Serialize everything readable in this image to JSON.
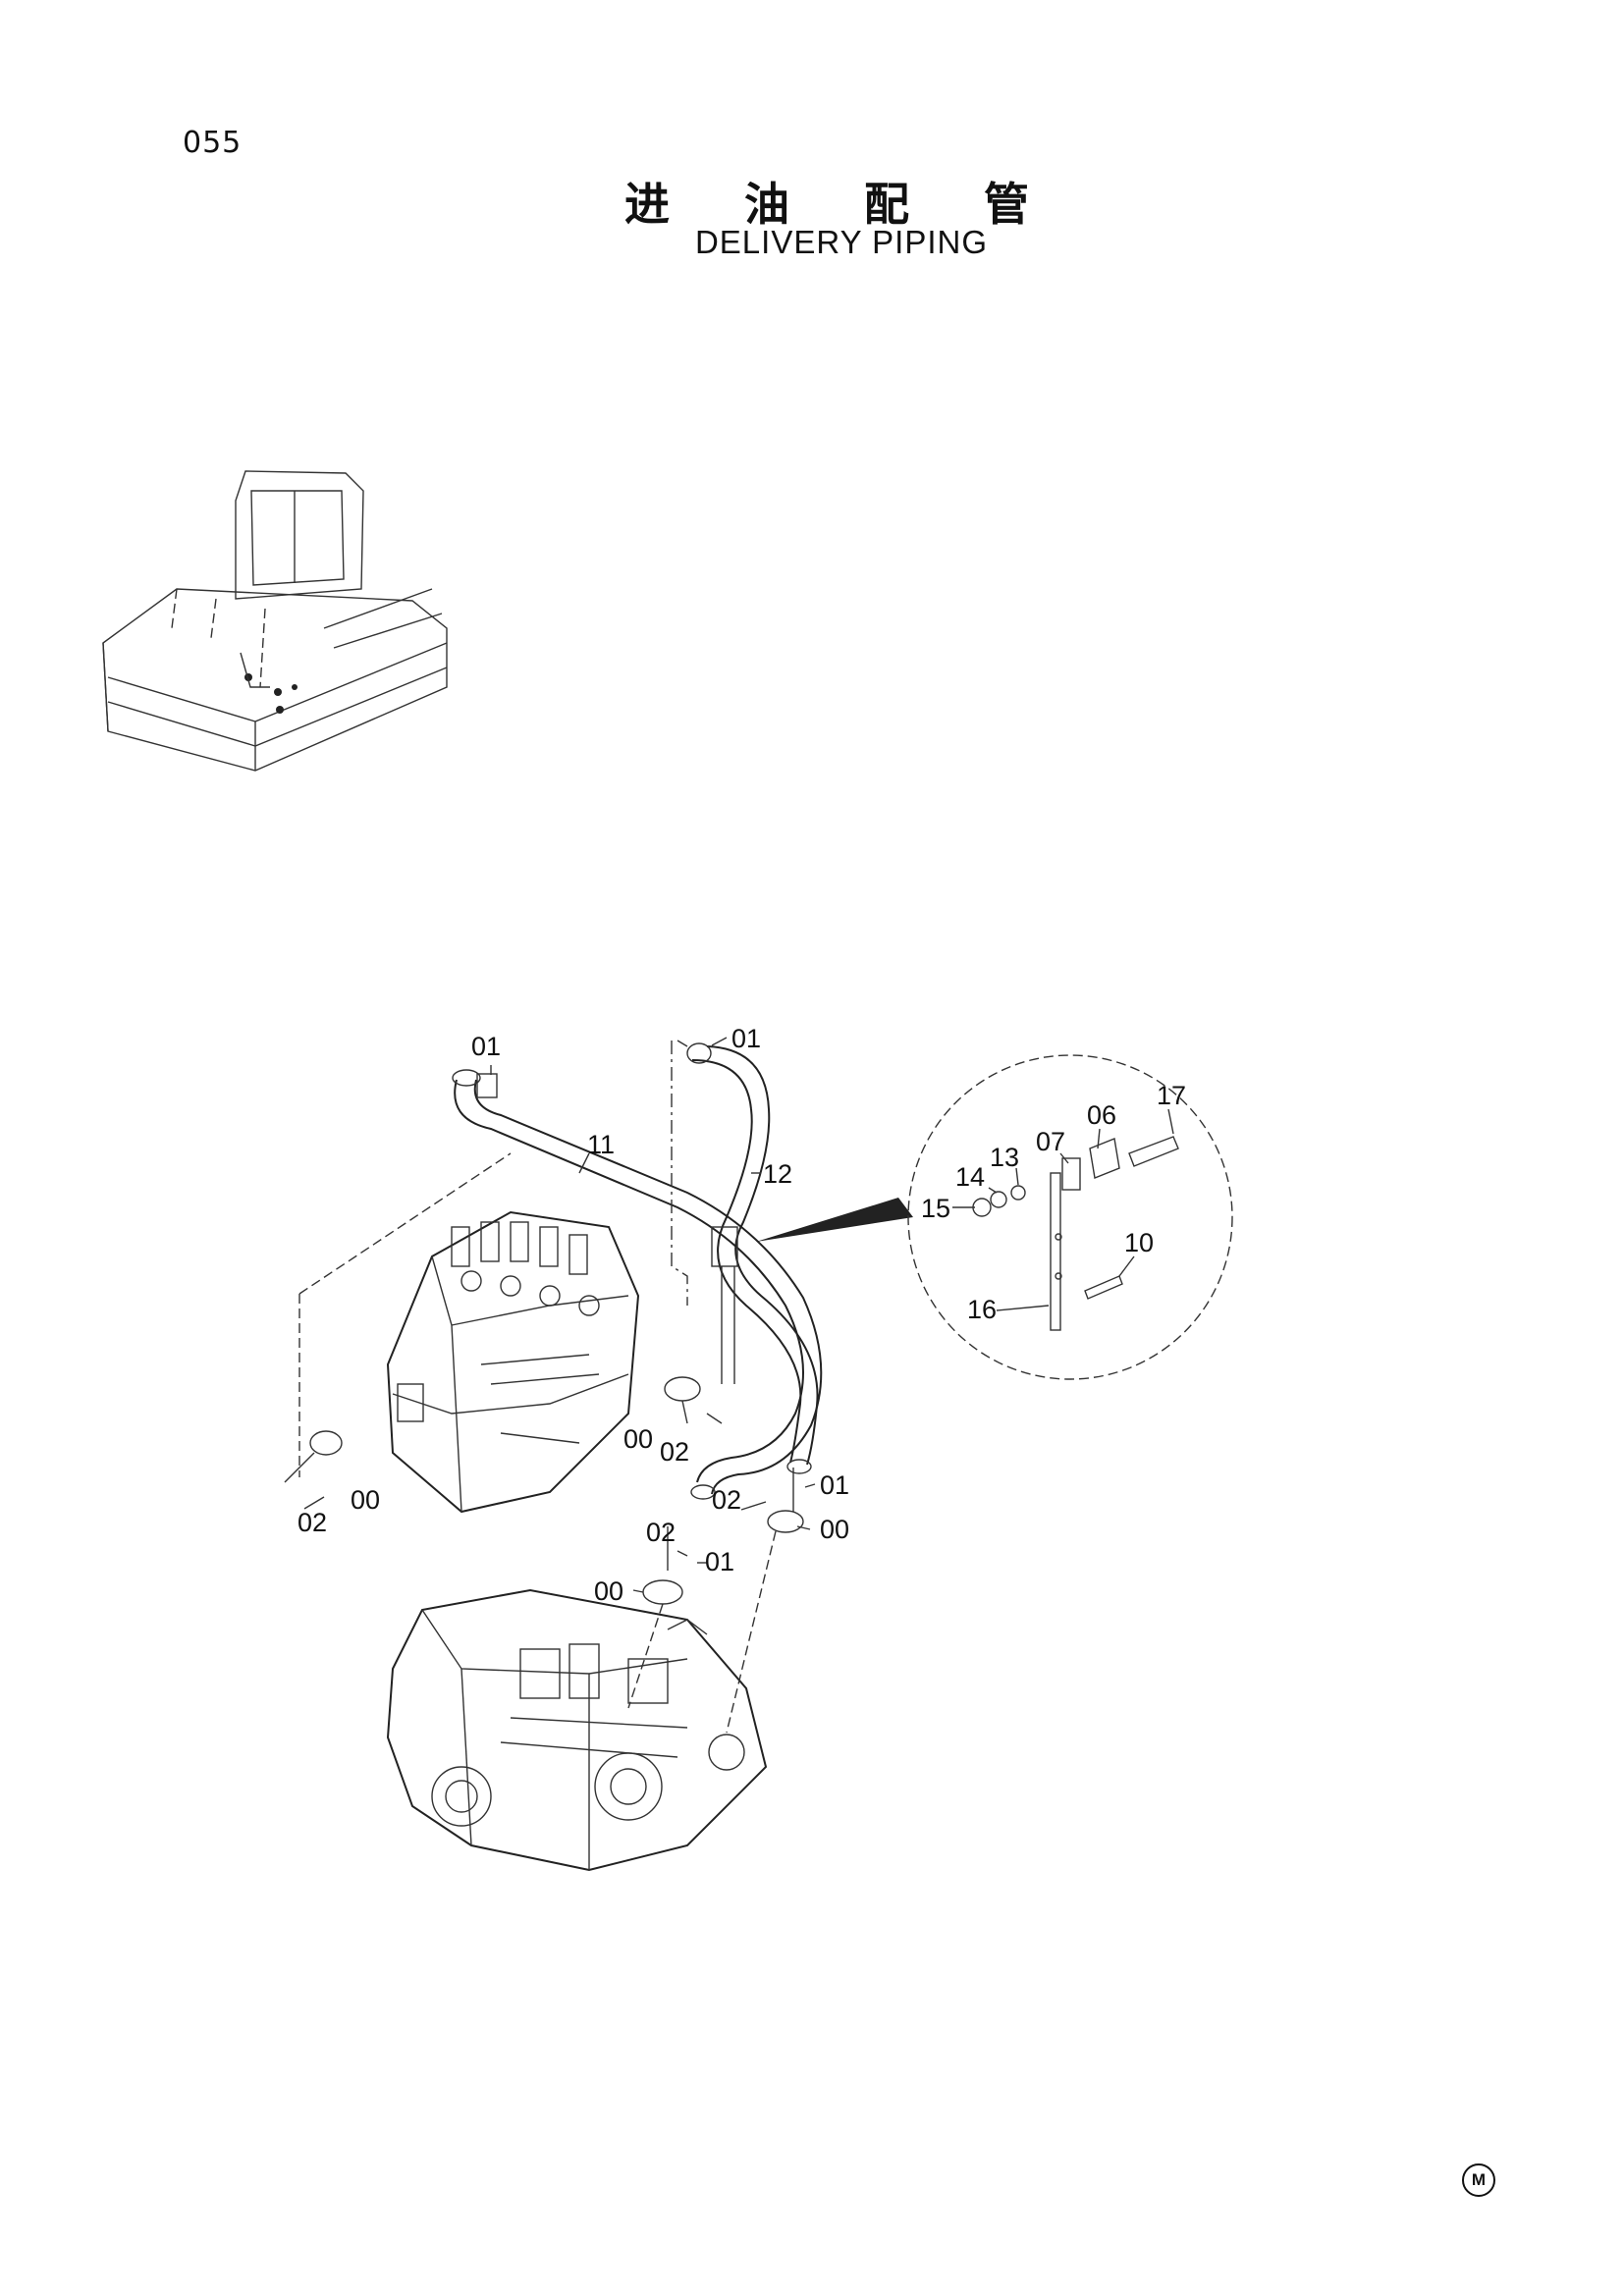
{
  "page_number": "055",
  "title_cn": "进 油 配 管",
  "title_en": "DELIVERY PIPING",
  "callouts": {
    "c01_hose11": "01",
    "c01_hose12": "01",
    "c11": "11",
    "c12": "12",
    "c17": "17",
    "c06": "06",
    "c07": "07",
    "c13": "13",
    "c14": "14",
    "c15": "15",
    "c10": "10",
    "c16": "16",
    "c00_valve_right": "00",
    "c02_valve_right": "02",
    "c02_valve_left": "02",
    "c00_valve_left": "00",
    "c02_pump_right": "02",
    "c01_pump_right": "01",
    "c00_pump_right": "00",
    "c02_pump_left": "02",
    "c01_pump_left": "01",
    "c00_pump_left": "00"
  },
  "corner_mark": "M"
}
